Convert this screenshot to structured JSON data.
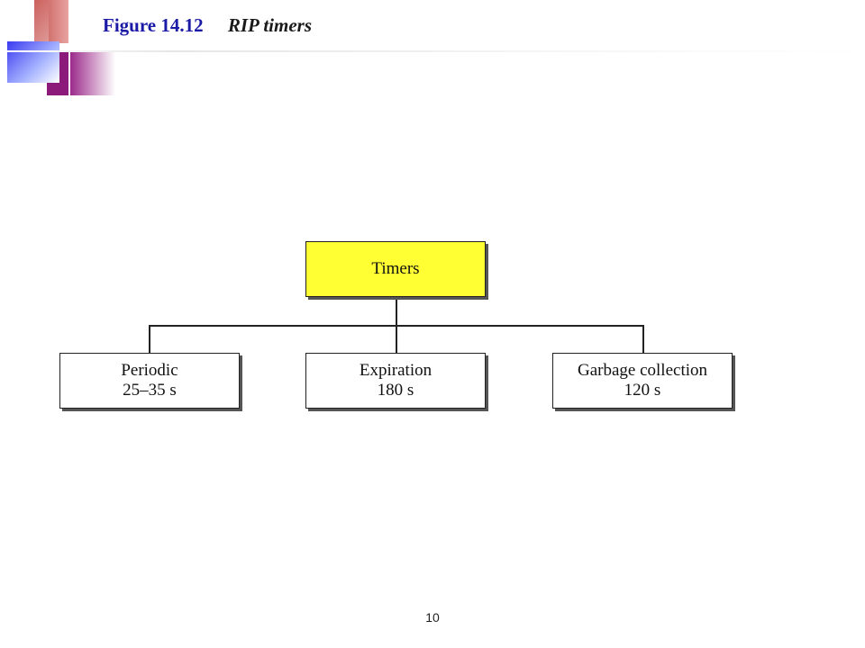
{
  "header": {
    "figure_number": "Figure 14.12",
    "caption": "RIP timers"
  },
  "diagram": {
    "root": {
      "label": "Timers"
    },
    "children": [
      {
        "label": "Periodic",
        "value": "25–35 s"
      },
      {
        "label": "Expiration",
        "value": "180 s"
      },
      {
        "label": "Garbage collection",
        "value": "120 s"
      }
    ]
  },
  "colors": {
    "root_fill": "#ffff33",
    "title_blue": "#1a1aa6"
  },
  "footer": {
    "page_number": "10"
  }
}
